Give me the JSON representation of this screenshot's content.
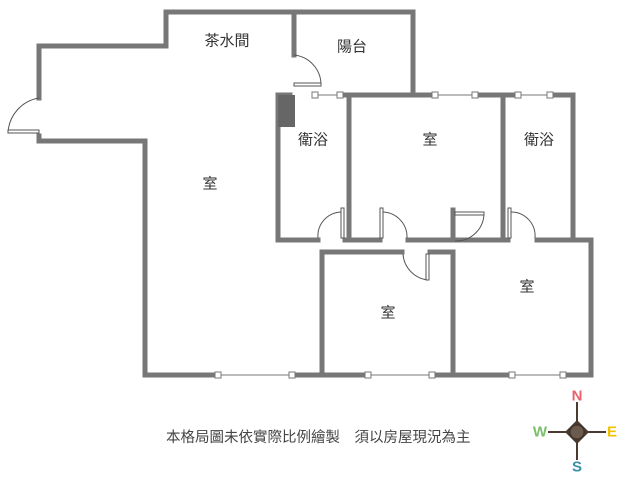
{
  "rooms": {
    "pantry": "茶水間",
    "balcony": "陽台",
    "bath_left": "衛浴",
    "room_top_middle": "室",
    "bath_right": "衛浴",
    "room_main": "室",
    "room_right": "室",
    "room_bottom_middle": "室"
  },
  "caption": "本格局圖未依實際比例繪製　須以房屋現況為主",
  "compass": {
    "n": "N",
    "s": "S",
    "e": "E",
    "w": "W",
    "colors": {
      "n": "#e8606a",
      "s": "#3a8fa8",
      "e": "#f2c200",
      "w": "#7bbf6a"
    }
  },
  "wall_color": "#777777"
}
